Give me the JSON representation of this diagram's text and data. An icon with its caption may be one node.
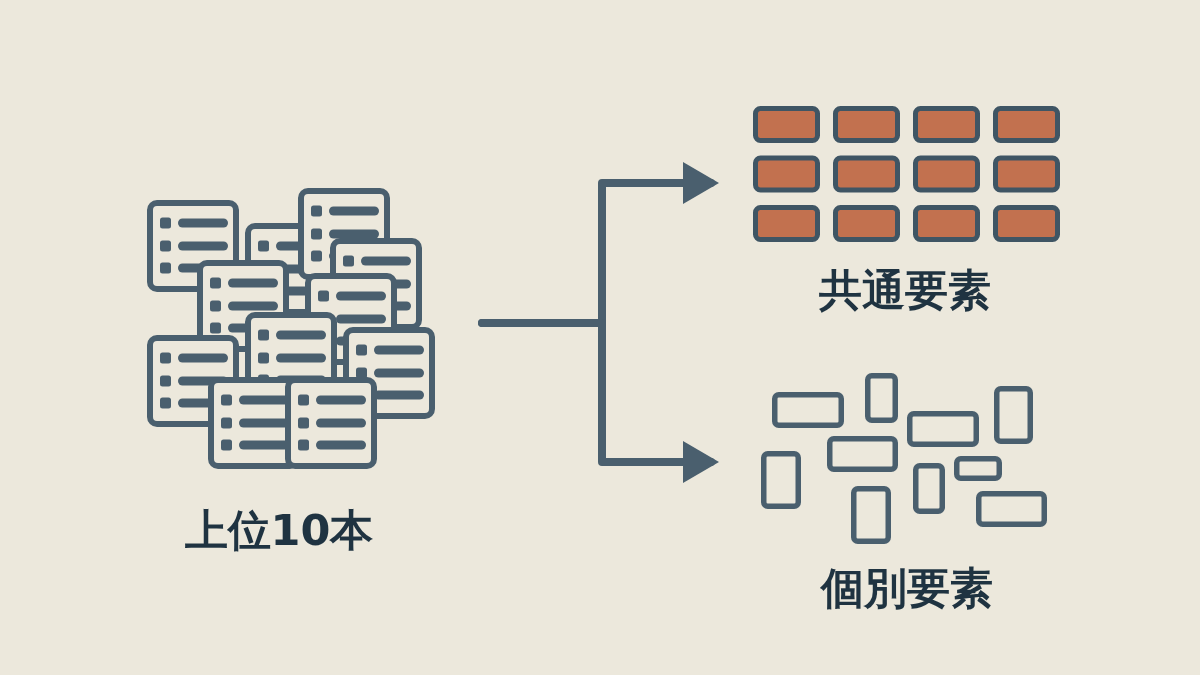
{
  "diagram": {
    "nodes": [
      {
        "text": [
          "上位10本"
        ]
      },
      {
        "text": [
          "共通要素"
        ]
      },
      {
        "text": [
          "個別要素"
        ]
      }
    ],
    "edges": [
      {
        "from": 0,
        "to": 1,
        "arrow": "to"
      },
      {
        "from": 0,
        "to": 2,
        "arrow": "to"
      }
    ]
  }
}
